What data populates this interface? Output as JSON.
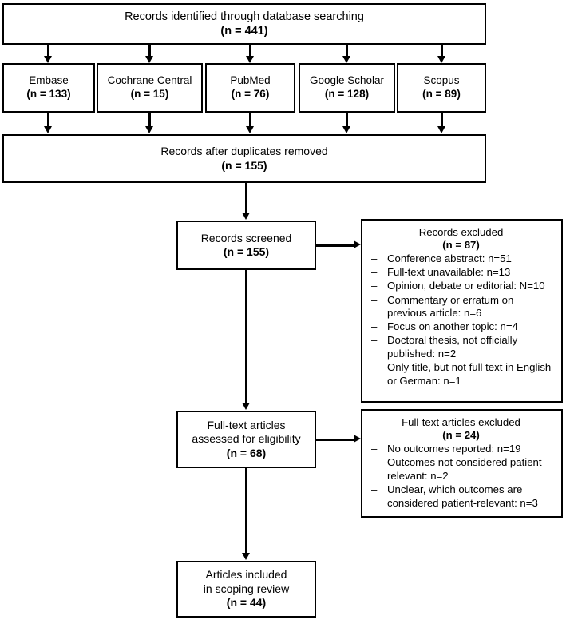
{
  "diagram": {
    "title": "PRISMA flow diagram",
    "type": "prisma-flow-chart",
    "colors": {
      "stroke": "#000000",
      "background": "#ffffff",
      "text": "#000000"
    }
  },
  "identification": {
    "records_identified": {
      "label": "Records identified through database searching",
      "count_label": "(n = 441)",
      "n": 441
    },
    "databases": [
      {
        "name": "Embase",
        "count_label": "(n = 133)",
        "n": 133
      },
      {
        "name": "Cochrane Central",
        "count_label": "(n = 15)",
        "n": 15
      },
      {
        "name": "PubMed",
        "count_label": "(n = 76)",
        "n": 76
      },
      {
        "name": "Google Scholar",
        "count_label": "(n = 128)",
        "n": 128
      },
      {
        "name": "Scopus",
        "count_label": "(n = 89)",
        "n": 89
      }
    ],
    "duplicates_removed": {
      "label": "Records after duplicates removed",
      "count_label": "(n = 155)",
      "n": 155
    }
  },
  "screening": {
    "records_screened": {
      "label": "Records screened",
      "count_label": "(n = 155)",
      "n": 155
    },
    "records_excluded": {
      "label": "Records excluded",
      "count_label": "(n = 87)",
      "n": 87,
      "dash": "–",
      "reasons": [
        "Conference abstract: n=51",
        "Full-text unavailable: n=13",
        "Opinion, debate or editorial: N=10",
        "Commentary or erratum on previous article: n=6",
        "Focus on another topic: n=4",
        "Doctoral thesis, not officially published: n=2",
        "Only title, but not full text in English or German: n=1"
      ]
    }
  },
  "eligibility": {
    "fulltext_assessed": {
      "label_line1": "Full-text articles",
      "label_line2": "assessed for eligibility",
      "count_label": "(n = 68)",
      "n": 68
    },
    "fulltext_excluded": {
      "label": "Full-text articles excluded",
      "count_label": "(n = 24)",
      "n": 24,
      "dash": "–",
      "reasons": [
        "No outcomes reported: n=19",
        "Outcomes not considered patient-relevant: n=2",
        "Unclear, which outcomes are considered patient-relevant: n=3"
      ]
    }
  },
  "included": {
    "articles_included": {
      "label_line1": "Articles included",
      "label_line2": "in scoping review",
      "count_label": "(n = 44)",
      "n": 44
    }
  }
}
